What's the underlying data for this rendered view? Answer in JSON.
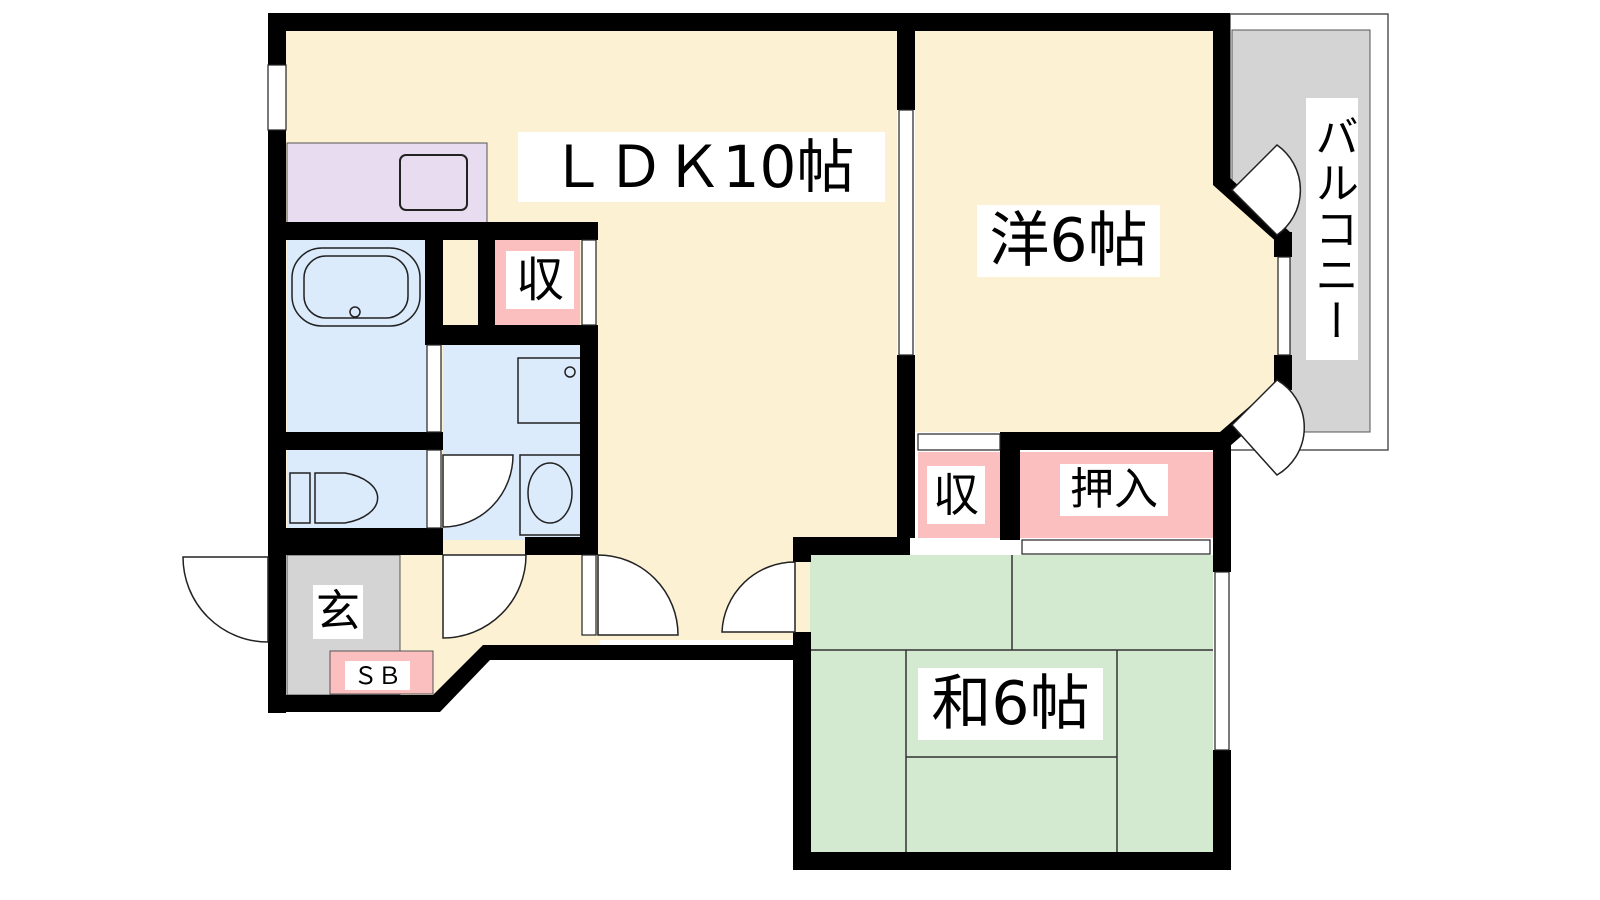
{
  "rooms": {
    "ldk": "ＬＤＫ10帖",
    "western": "洋6帖",
    "balcony": "バルコニー",
    "storage_ldk": "収",
    "entrance": "玄",
    "shoe_box": "ＳＢ",
    "storage_western": "収",
    "closet": "押入",
    "japanese": "和6帖"
  },
  "colors": {
    "floor": "#fdf1d3",
    "wet": "#dcebfc",
    "storage": "#fbbfbf",
    "tatami": "#d4ead0",
    "kitchen": "#e8dcf0",
    "gray": "#d4d4d4",
    "wall": "#000000"
  }
}
